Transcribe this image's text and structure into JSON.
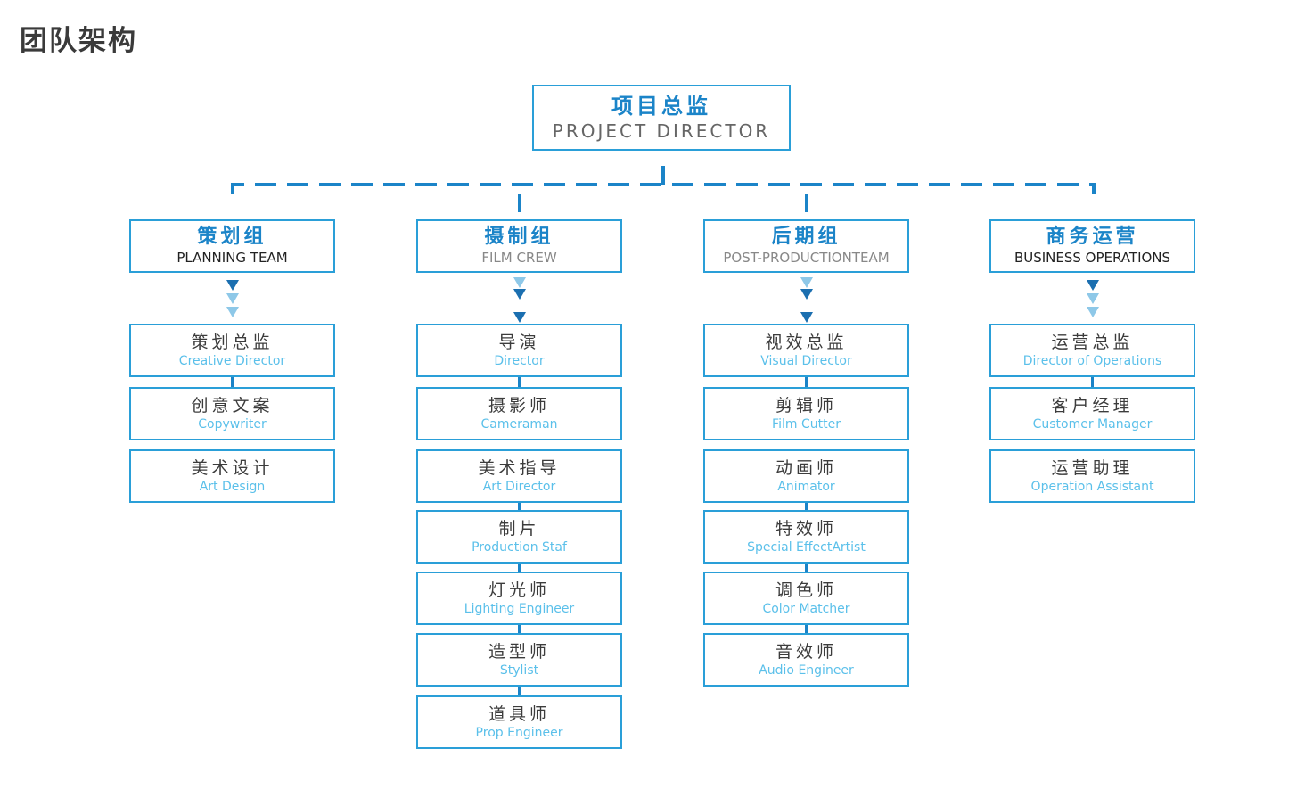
{
  "page": {
    "title": "团队架构"
  },
  "director": {
    "cn": "项目总监",
    "en": "PROJECT DIRECTOR"
  },
  "groups": [
    {
      "cn": "策划组",
      "en": "PLANNING TEAM",
      "roles": [
        {
          "cn": "策划总监",
          "en": "Creative Director"
        },
        {
          "cn": "创意文案",
          "en": "Copywriter"
        },
        {
          "cn": "美术设计",
          "en": "Art Design"
        }
      ]
    },
    {
      "cn": "摄制组",
      "en": "FILM CREW",
      "roles": [
        {
          "cn": "导演",
          "en": "Director"
        },
        {
          "cn": "摄影师",
          "en": "Cameraman"
        },
        {
          "cn": "美术指导",
          "en": "Art Director"
        },
        {
          "cn": "制片",
          "en": "Production Staf"
        },
        {
          "cn": "灯光师",
          "en": "Lighting Engineer"
        },
        {
          "cn": "造型师",
          "en": "Stylist"
        },
        {
          "cn": "道具师",
          "en": "Prop Engineer"
        }
      ]
    },
    {
      "cn": "后期组",
      "en": "POST-PRODUCTIONTEAM",
      "roles": [
        {
          "cn": "视效总监",
          "en": "Visual Director"
        },
        {
          "cn": "剪辑师",
          "en": "Film Cutter"
        },
        {
          "cn": "动画师",
          "en": "Animator"
        },
        {
          "cn": "特效师",
          "en": "Special EffectArtist"
        },
        {
          "cn": "调色师",
          "en": "Color Matcher"
        },
        {
          "cn": "音效师",
          "en": "Audio Engineer"
        }
      ]
    },
    {
      "cn": "商务运营",
      "en": "BUSINESS OPERATIONS",
      "roles": [
        {
          "cn": "运营总监",
          "en": "Director of Operations"
        },
        {
          "cn": "客户经理",
          "en": "Customer Manager"
        },
        {
          "cn": "运营助理",
          "en": "Operation Assistant"
        }
      ]
    }
  ],
  "colors": {
    "box_border": "#2a9fd8",
    "title_blue": "#1b84c8",
    "subtitle_light_blue": "#5bc0ea",
    "connector_blue": "#1b84c8",
    "arrow_dark": "#1b6fb0",
    "arrow_light": "#8ec8e8"
  }
}
